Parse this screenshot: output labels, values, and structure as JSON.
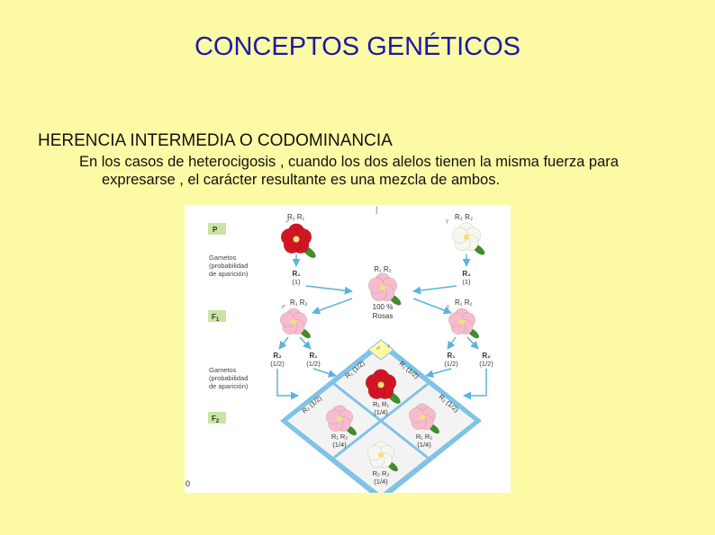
{
  "slide": {
    "title": "CONCEPTOS GENÉTICOS",
    "subtitle": "HERENCIA INTERMEDIA O CODOMINANCIA",
    "body_line1": "En los casos de heterocigosis , cuando los dos  alelos tienen la  misma  fuerza para",
    "body_line2": "expresarse , el carácter resultante es una mezcla de ambos."
  },
  "figure": {
    "top_mark": "|",
    "bottom_mark": "0",
    "generation_labels": {
      "p": "P",
      "f1": "F",
      "f1_sub": "1",
      "f2": "F",
      "f2_sub": "2"
    },
    "gametes_label_1": [
      "Gametos",
      "(probabilidad",
      "de aparición)"
    ],
    "gametes_label_2": [
      "Gametos",
      "(probabilidad",
      "de aparición)"
    ],
    "male_symbol": "♂",
    "female_symbol": "♀",
    "p_male_genotype": "R₁ R₁",
    "p_female_genotype": "R₂ R₂",
    "p_gamete_left": "R₁",
    "p_gamete_left_prob": "(1)",
    "p_gamete_right": "R₂",
    "p_gamete_right_prob": "(1)",
    "center_genotype": "R₁ R₂",
    "center_percent": "100 %",
    "center_phenotype": "Rosas",
    "f1_left_genotype": "R₁ R₂",
    "f1_right_genotype": "R₁ R₂",
    "f1_gametes_left": [
      "R₂",
      "R₁"
    ],
    "f1_gametes_right": [
      "R₁",
      "R₂"
    ],
    "prob_half": "(1/2)",
    "square_labels": {
      "top_left_a": "R₁ (1/2)",
      "top_right_a": "R₁ (1/2)",
      "left_b": "R₂ (1/2)",
      "right_b": "R₂ (1/2)"
    },
    "cells": {
      "top": [
        "R₁ R₁",
        "(1/4)"
      ],
      "left": [
        "R₁ R₂",
        "(1/4)"
      ],
      "right": [
        "R₁ R₂",
        "(1/4)"
      ],
      "bottom": [
        "R₂ R₂",
        "(1/4)"
      ]
    },
    "flower_colors": {
      "red": "#d01622",
      "pink": "#f6bccc",
      "white": "#f6f7ee",
      "leaf": "#3f8d2c"
    }
  }
}
